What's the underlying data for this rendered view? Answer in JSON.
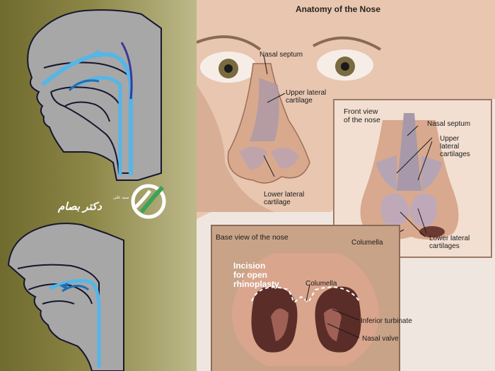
{
  "title": "Anatomy of the Nose",
  "labels": {
    "nasal_septum_main": "Nasal septum",
    "upper_lateral_main": "Upper lateral\ncartilage",
    "lower_lateral_main": "Lower lateral\ncartilage",
    "front_view_title": "Front view\nof the nose",
    "front_nasal_septum": "Nasal septum",
    "front_upper_lateral": "Upper\nlateral\ncartilages",
    "front_columella": "Columella",
    "front_lower_lateral": "Lower lateral\ncartilages",
    "base_view_title": "Base view of the nose",
    "incision": "Incision\nfor open\nrhinoplasty",
    "base_columella": "Columella",
    "inferior_turbinate": "Inferior turbinate",
    "nasal_valve": "Nasal valve"
  },
  "logo": {
    "name": "دکتر بصام",
    "subtitle": "سید علی"
  },
  "colors": {
    "airflow": "#55b6e8",
    "airflow_dark": "#1f6fb3",
    "head_fill": "#a9a9a9",
    "outline": "#1a1a2e",
    "skin": "#c99a80",
    "logo_green": "#3aa35a"
  }
}
